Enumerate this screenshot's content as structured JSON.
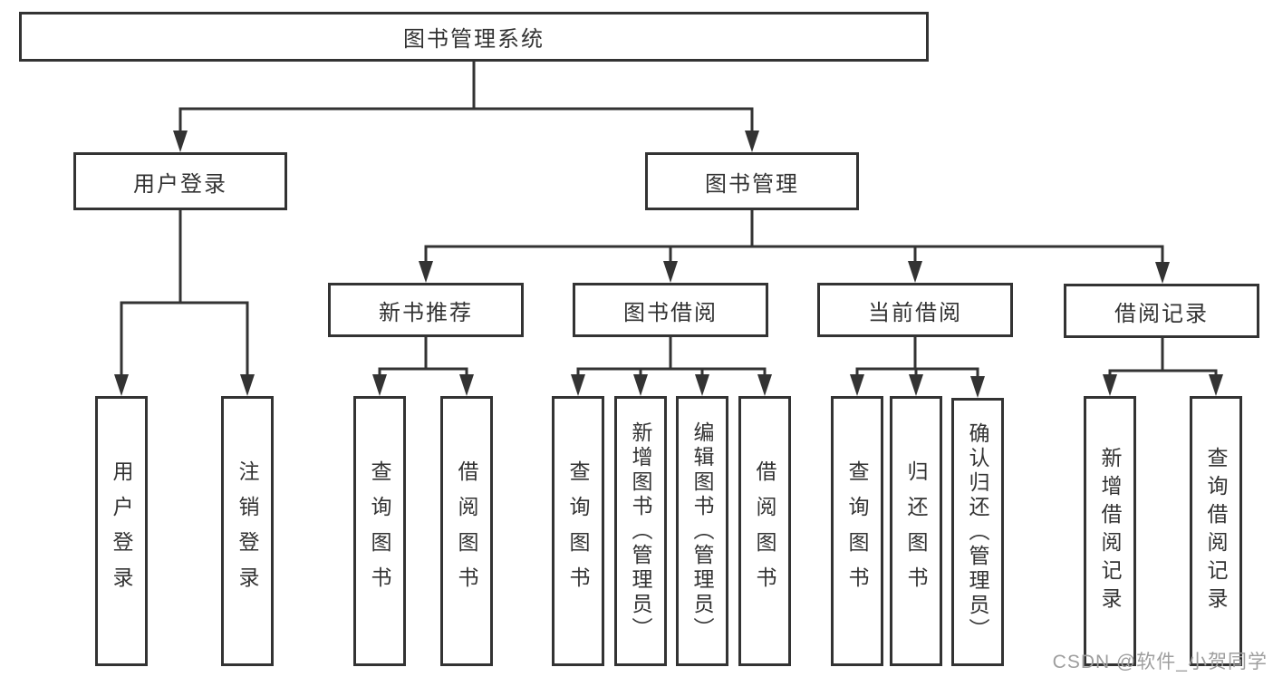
{
  "tree": {
    "root": "图书管理系统",
    "branches": {
      "user_login": "用户登录",
      "book_mgmt": "图书管理",
      "new_book": "新书推荐",
      "book_borrow": "图书借阅",
      "current_borrow": "当前借阅",
      "borrow_records": "借阅记录"
    },
    "leaves": {
      "ul_login": "用户登录",
      "ul_logout": "注销登录",
      "nb_query": "查询图书",
      "nb_borrow": "借阅图书",
      "bb_query": "查询图书",
      "bb_add": "新增图书（管理员）",
      "bb_edit": "编辑图书（管理员）",
      "bb_borrow": "借阅图书",
      "cb_query": "查询图书",
      "cb_return": "归还图书",
      "cb_confirm": "确认归还（管理员）",
      "br_add": "新增借阅记录",
      "br_query": "查询借阅记录"
    }
  },
  "watermark": {
    "text": "CSDN @软件_小贺同学"
  },
  "colors": {
    "line": "#333333",
    "box_border": "#333333",
    "box_fill": "#ffffff",
    "text": "#333333",
    "watermark": "#9e9e9e",
    "background": "#ffffff"
  }
}
